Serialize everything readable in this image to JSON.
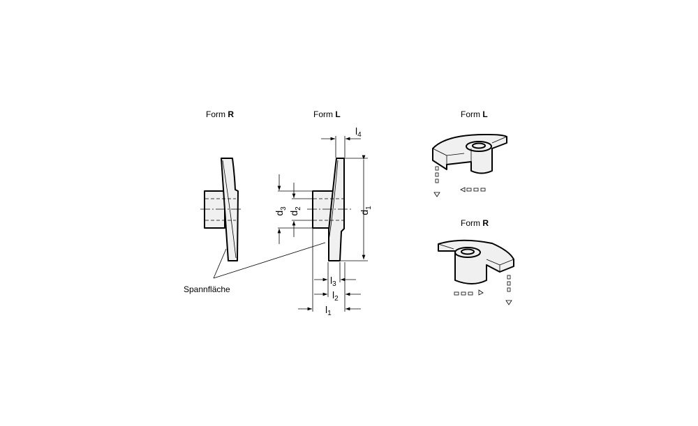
{
  "views": {
    "side_r": {
      "title_prefix": "Form ",
      "title_bold": "R"
    },
    "side_l": {
      "title_prefix": "Form ",
      "title_bold": "L"
    },
    "iso_l": {
      "title_prefix": "Form ",
      "title_bold": "L"
    },
    "iso_r": {
      "title_prefix": "Form ",
      "title_bold": "R"
    }
  },
  "callout": "Spannfläche",
  "dimensions": {
    "d1": {
      "main": "d",
      "sub": "1"
    },
    "d2": {
      "main": "d",
      "sub": "2"
    },
    "d3": {
      "main": "d",
      "sub": "3"
    },
    "l1": {
      "main": "l",
      "sub": "1"
    },
    "l2": {
      "main": "l",
      "sub": "2"
    },
    "l3": {
      "main": "l",
      "sub": "3"
    },
    "l4": {
      "main": "l",
      "sub": "4"
    }
  }
}
